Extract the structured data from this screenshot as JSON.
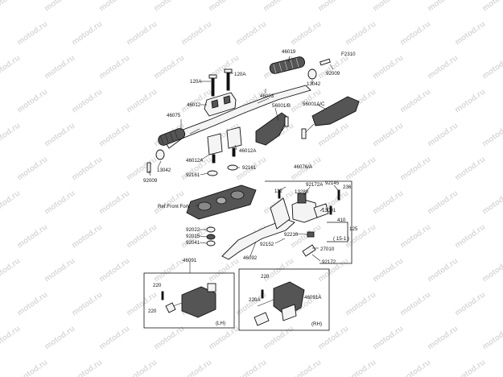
{
  "diagram": {
    "code": "F2310",
    "watermark": "motod.ru",
    "labels": {
      "p46019": "46019",
      "p13042a": "13042",
      "p92009a": "92009",
      "p120a": "120A",
      "p120a2": "120A",
      "p46003": "46003",
      "p46012": "46012",
      "p46075": "46075",
      "p56001b": "56001/B",
      "p56001ac": "56001A/C",
      "p46012a": "46012A",
      "p46012a2": "46012A",
      "p13042b": "13042",
      "p92009b": "92009",
      "p92161a": "92161",
      "p92161b": "92161",
      "p46076a": "46076/A",
      "p112": "112",
      "p92172a": "92172A",
      "p92145": "92145",
      "p236": "236",
      "p13280": "13280",
      "p13091": "13091",
      "p410": "410",
      "p125": "125",
      "p15_1": "( 15-1 )",
      "pRef": "Ref.Front Fork",
      "p92022": "92022",
      "p92015": "92015",
      "p92041": "92041",
      "p92152": "92152",
      "p92210": "92210",
      "p27010": "27010",
      "p46092": "46092",
      "p92172": "92172",
      "p46091": "46091",
      "p220a": "220",
      "p220b": "220",
      "pLH": "(LH)",
      "p220c": "220",
      "p220A": "220A",
      "p46091A": "46091A",
      "pRH": "(RH)"
    }
  }
}
